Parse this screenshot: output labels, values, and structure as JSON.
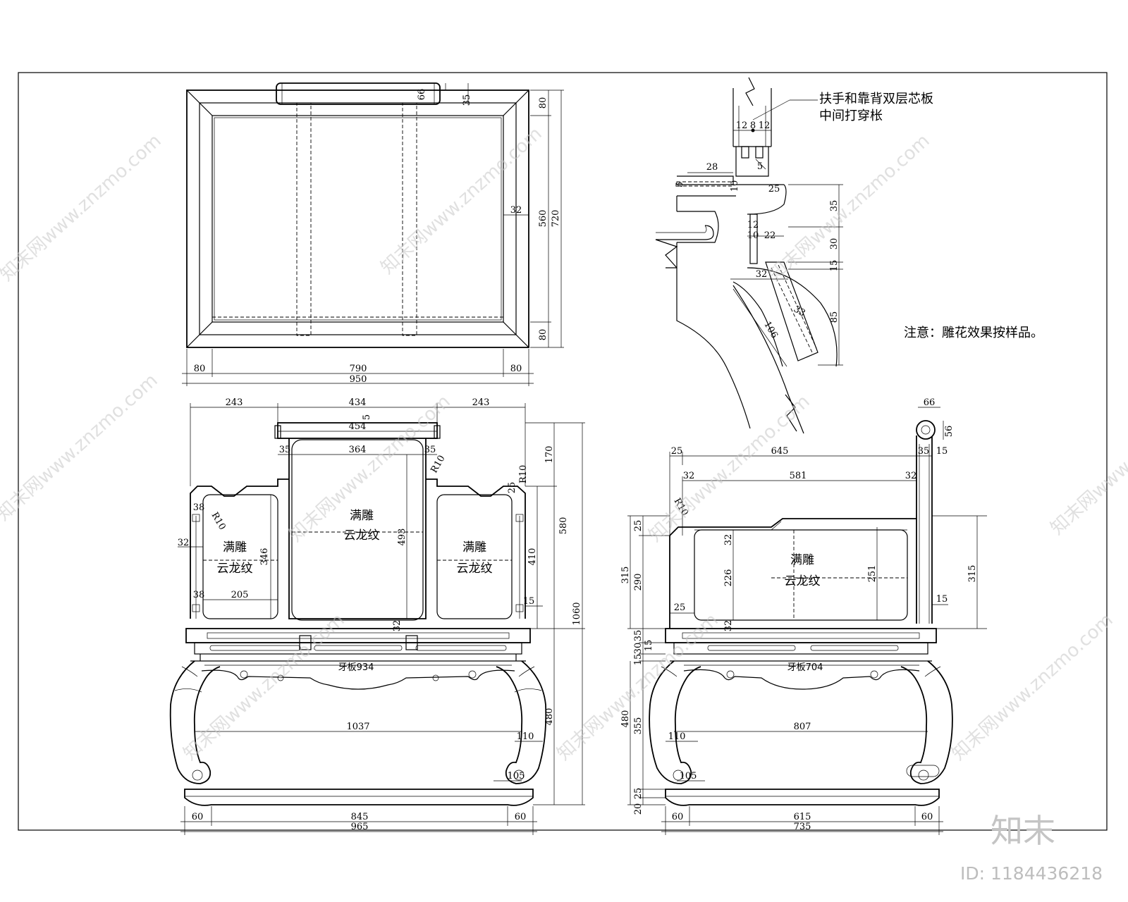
{
  "top_view": {
    "widths": [
      "80",
      "790",
      "80"
    ],
    "total_width": "950",
    "heights": [
      "80",
      "560",
      "80"
    ],
    "total_height": "720",
    "roll": [
      "66",
      "35"
    ],
    "frame": "32"
  },
  "front_view": {
    "top_spans": [
      "243",
      "434",
      "243"
    ],
    "crest": [
      "5",
      "454"
    ],
    "center_panel": [
      "35",
      "364",
      "35"
    ],
    "radii": [
      "R10",
      "R10",
      "R10"
    ],
    "heights_right": [
      "170",
      "580",
      "410",
      "1060",
      "480",
      "15"
    ],
    "center_height": "493",
    "side_height": "346",
    "side_width": "205",
    "side_dims": [
      "38",
      "38",
      "32",
      "25",
      "32"
    ],
    "carving_center": [
      "满雕",
      "云龙纹"
    ],
    "carving_left": [
      "满雕",
      "云龙纹"
    ],
    "carving_right": [
      "满雕",
      "云龙纹"
    ],
    "apron": "牙板934",
    "inner_width": "1037",
    "leg_dims": [
      "110",
      "105"
    ],
    "bottom": [
      "60",
      "845",
      "60"
    ],
    "total_width": "965"
  },
  "side_view": {
    "roll": [
      "66",
      "56"
    ],
    "top": [
      "25",
      "645",
      "35",
      "15"
    ],
    "inner": [
      "32",
      "581",
      "32"
    ],
    "radius": "R10",
    "heights_left": [
      "25",
      "315",
      "290",
      "35",
      "15",
      "30",
      "15",
      "480",
      "355",
      "25",
      "20"
    ],
    "panel": [
      "32",
      "226",
      "251",
      "32",
      "25"
    ],
    "right_height": "315",
    "right_small": "15",
    "carving": [
      "满雕",
      "云龙纹"
    ],
    "apron": "牙板704",
    "inner_width": "807",
    "leg_dims": [
      "110",
      "105"
    ],
    "bottom": [
      "60",
      "615",
      "60"
    ],
    "total_width": "735"
  },
  "detail": {
    "note_lines": [
      "扶手和靠背双层芯板",
      "中间打穿枨"
    ],
    "dims_top": [
      "12",
      "8",
      "12"
    ],
    "dims": [
      "28",
      "5",
      "10",
      "25",
      "5",
      "12",
      "10",
      "22",
      "32",
      "33",
      "106"
    ],
    "dims_right": [
      "35",
      "30",
      "15",
      "85"
    ]
  },
  "remark": "注意：雕花效果按样品。",
  "watermark_text": "知末网www.znzmo.com",
  "brand": "知末",
  "image_id": "ID: 1184436218"
}
